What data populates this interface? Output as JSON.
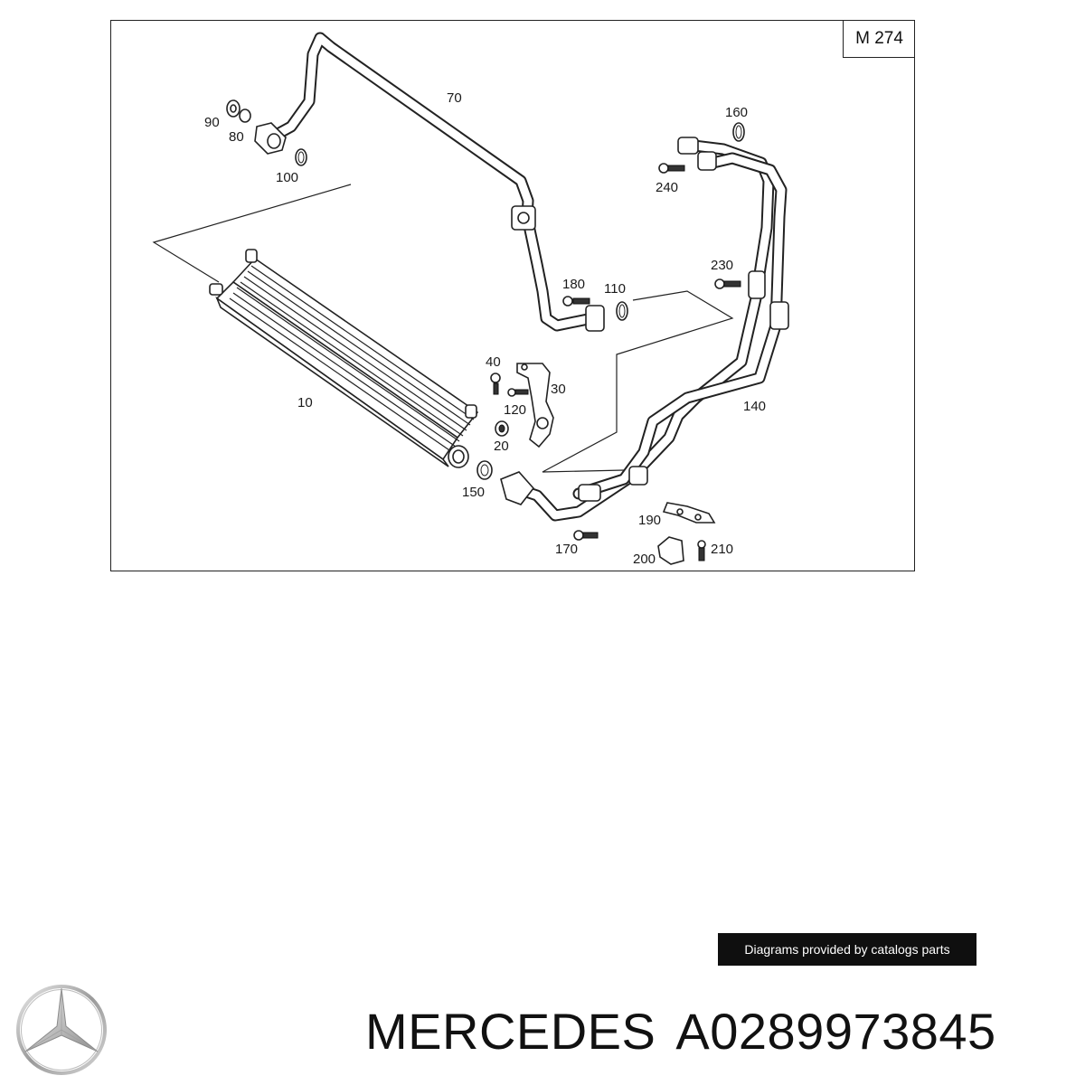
{
  "diagram": {
    "engine_code": "M 274",
    "callouts": {
      "c10": "10",
      "c20": "20",
      "c30": "30",
      "c40": "40",
      "c70": "70",
      "c80": "80",
      "c90": "90",
      "c100": "100",
      "c110": "110",
      "c120": "120",
      "c140": "140",
      "c150": "150",
      "c160": "160",
      "c170": "170",
      "c180": "180",
      "c190": "190",
      "c200": "200",
      "c210": "210",
      "c230": "230",
      "c240": "240"
    }
  },
  "credit": {
    "text": "Diagrams provided by catalogs parts"
  },
  "product": {
    "brand": "MERCEDES",
    "part_number": "A0289973845",
    "brand_icon": "mercedes-star-icon"
  }
}
